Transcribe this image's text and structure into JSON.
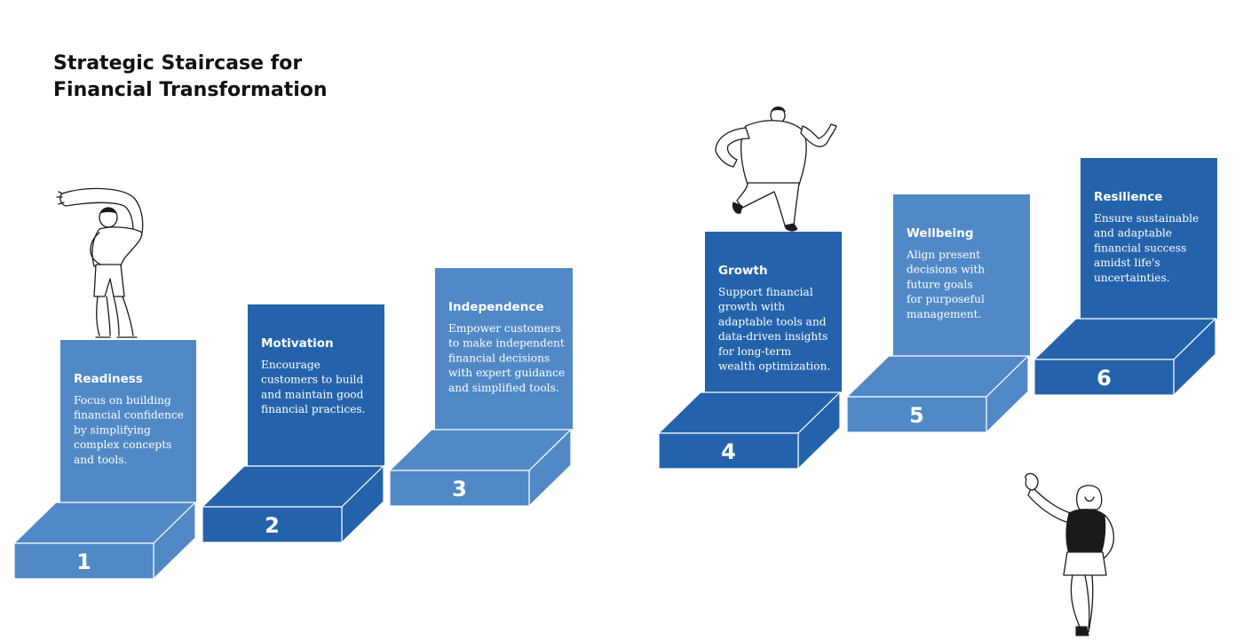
{
  "title_lines": [
    "Strategic Staircase for",
    "Financial Transformation"
  ],
  "colors": {
    "light_blue": "#5089C6",
    "dark_blue": "#2463AB",
    "edge": "#ffffff",
    "title_text": "#111111"
  },
  "steps": [
    {
      "number": "1",
      "title": "Readiness",
      "description": [
        "Focus on building",
        "financial confidence",
        "by simplifying",
        "complex concepts",
        "and tools."
      ],
      "color": "#5089C6"
    },
    {
      "number": "2",
      "title": "Motivation",
      "description": [
        "Encourage",
        "customers to build",
        "and maintain good",
        "financial practices."
      ],
      "color": "#2463AB"
    },
    {
      "number": "3",
      "title": "Independence",
      "description": [
        "Empower customers",
        "to make independent",
        "financial decisions",
        "with expert guidance",
        "and simplified tools."
      ],
      "color": "#5089C6"
    },
    {
      "number": "4",
      "title": "Growth",
      "description": [
        "Support financial",
        "growth with",
        "adaptable tools and",
        "data-driven insights",
        "for long-term",
        "wealth optimization."
      ],
      "color": "#2463AB"
    },
    {
      "number": "5",
      "title": "Wellbeing",
      "description": [
        "Align present",
        "decisions with",
        "future goals",
        "for purposeful",
        "management."
      ],
      "color": "#5089C6"
    },
    {
      "number": "6",
      "title": "Resilience",
      "description": [
        "Ensure sustainable",
        "and adaptable",
        "financial success",
        "amidst life's",
        "uncertainties."
      ],
      "color": "#2463AB"
    }
  ],
  "illustrations": [
    "stretching-person-icon",
    "running-person-icon",
    "waving-person-icon"
  ]
}
